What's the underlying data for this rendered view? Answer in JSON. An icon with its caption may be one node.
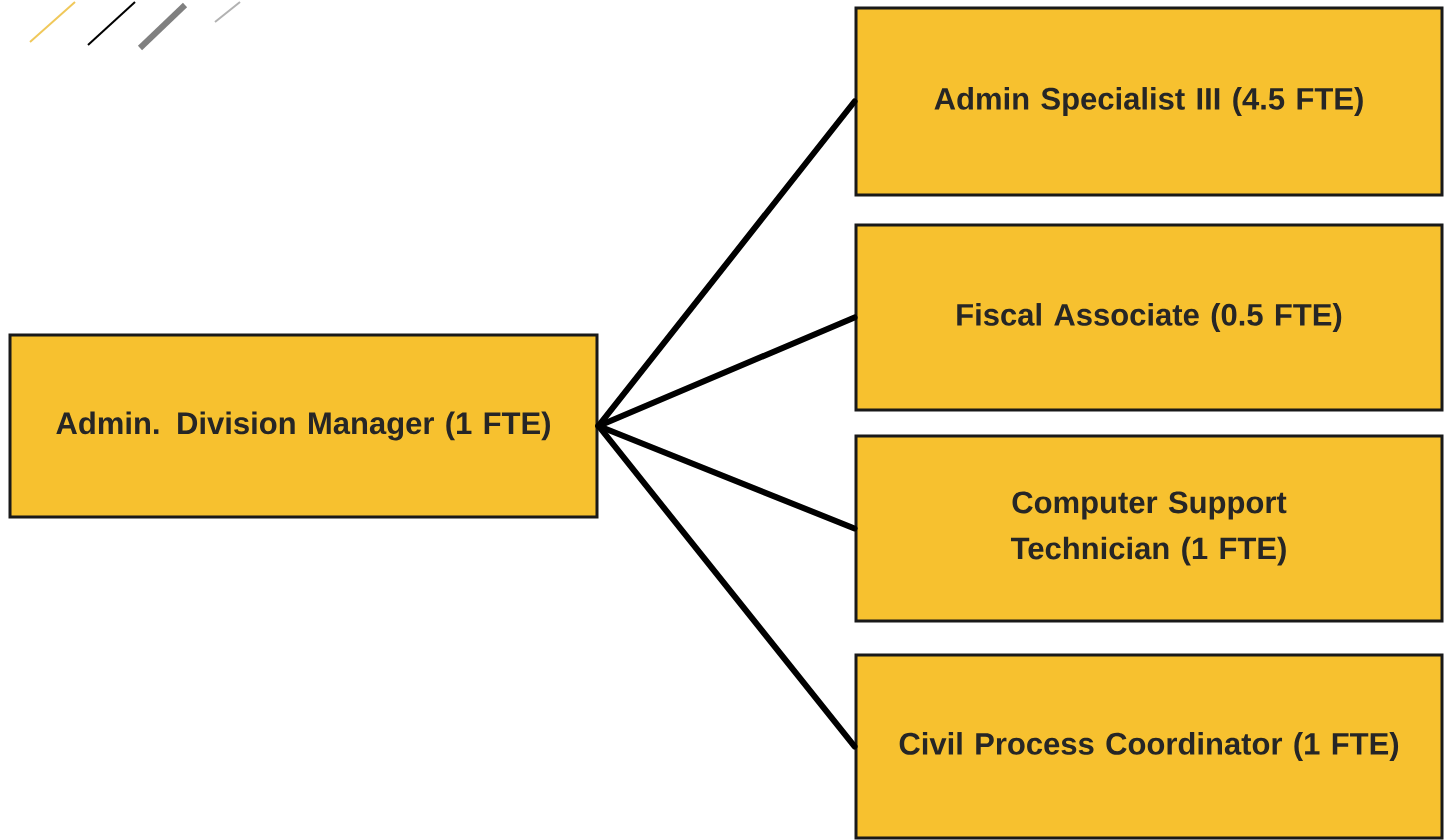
{
  "diagram": {
    "nodes": [
      {
        "text": [
          "Admin. Division Manager (1 FTE)"
        ]
      },
      {
        "text": [
          "Admin Specialist III (4.5 FTE)"
        ]
      },
      {
        "text": [
          "Fiscal Associate (0.5 FTE)"
        ]
      },
      {
        "text": [
          "Computer Support Technician (1 FTE)"
        ]
      },
      {
        "text": [
          "Civil Process Coordinator (1 FTE)"
        ]
      }
    ],
    "edges": [
      {
        "from": 0,
        "to": 1,
        "arrow": "none"
      },
      {
        "from": 0,
        "to": 2,
        "arrow": "none"
      },
      {
        "from": 0,
        "to": 3,
        "arrow": "none"
      },
      {
        "from": 0,
        "to": 4,
        "arrow": "none"
      }
    ]
  }
}
